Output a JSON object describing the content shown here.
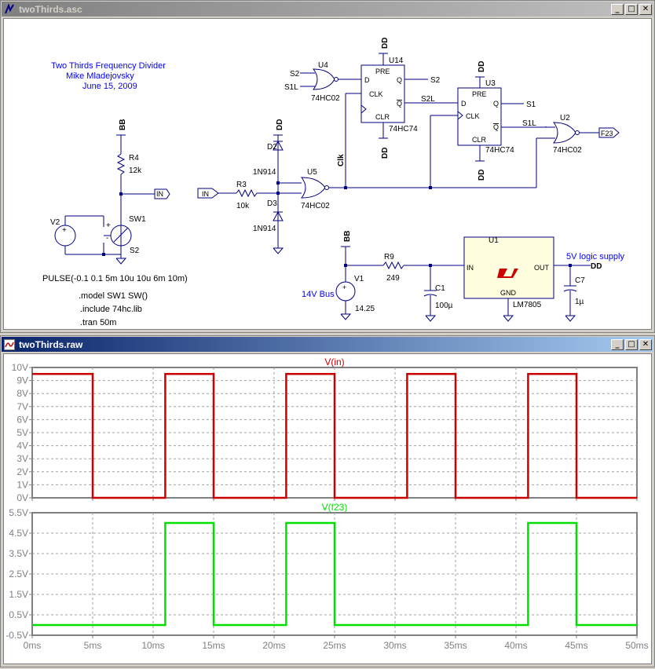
{
  "schematic_window": {
    "title": "twoThirds.asc",
    "btn_min": "_",
    "btn_max": "□",
    "btn_close": "✕",
    "comment": {
      "line1": "Two Thirds Frequency Divider",
      "line2": "Mike Mladejovsky",
      "line3": "June 15, 2009"
    },
    "directives": {
      "pulse": "PULSE(-0.1 0.1 5m 10u 10u 6m 10m)",
      "model": ".model SW1 SW()",
      "include": ".include 74hc.lib",
      "tran": ".tran 50m"
    },
    "labels": {
      "bb": "BB",
      "dd": "DD",
      "r4": "R4",
      "r4_val": "12k",
      "r3": "R3",
      "r3_val": "10k",
      "r9": "R9",
      "r9_val": "249",
      "v2": "V2",
      "sw1": "SW1",
      "s2_sw": "S2",
      "in": "IN",
      "d2": "D2",
      "d3": "D3",
      "diode": "1N914",
      "u5": "U5",
      "u4": "U4",
      "u2": "U2",
      "nor": "74HC02",
      "s2": "S2",
      "s1l": "S1L",
      "s2l": "S2L",
      "s1": "S1",
      "clk_net": "Clk",
      "u14": "U14",
      "u3": "U3",
      "ff": "74HC74",
      "pre": "PRE",
      "clr": "CLR",
      "d": "D",
      "q": "Q",
      "qbar": "Q",
      "clk": "CLK",
      "f23": "F23",
      "u1": "U1",
      "reg_in": "IN",
      "reg_out": "OUT",
      "reg_gnd": "GND",
      "reg": "LM7805",
      "logic_supply": "5V logic supply",
      "bus": "14V Bus",
      "v1": "V1",
      "v1_val": "14.25",
      "c1": "C1",
      "c1_val": "100µ",
      "c7": "C7",
      "c7_val": "1µ",
      "plus": "+",
      "minus": "-"
    },
    "colors": {
      "background": "#ffffff",
      "wire": "#000080",
      "text": "#000000",
      "comment": "#0000ff"
    }
  },
  "waveform_window": {
    "title": "twoThirds.raw",
    "btn_min": "_",
    "btn_max": "□",
    "btn_close": "✕",
    "x_ticks": [
      "0ms",
      "5ms",
      "10ms",
      "15ms",
      "20ms",
      "25ms",
      "30ms",
      "35ms",
      "40ms",
      "45ms",
      "50ms"
    ]
  },
  "chart_data": [
    {
      "type": "line",
      "title": "V(in)",
      "color": "#cc0000",
      "xlabel": "",
      "ylabel": "",
      "xlim": [
        0,
        50
      ],
      "ylim": [
        0,
        10
      ],
      "y_ticks": [
        "0V",
        "1V",
        "2V",
        "3V",
        "4V",
        "5V",
        "6V",
        "7V",
        "8V",
        "9V",
        "10V"
      ],
      "grid": true,
      "x_ms": [
        0,
        5,
        5,
        11,
        11,
        15,
        15,
        21,
        21,
        25,
        25,
        31,
        31,
        35,
        35,
        41,
        41,
        45,
        45,
        50
      ],
      "y": [
        9.5,
        9.5,
        0,
        0,
        9.5,
        9.5,
        0,
        0,
        9.5,
        9.5,
        0,
        0,
        9.5,
        9.5,
        0,
        0,
        9.5,
        9.5,
        0,
        0
      ]
    },
    {
      "type": "line",
      "title": "V(f23)",
      "color": "#00e000",
      "xlabel": "",
      "ylabel": "",
      "xlim": [
        0,
        50
      ],
      "ylim": [
        -0.5,
        5.5
      ],
      "y_ticks": [
        "-0.5V",
        "0.5V",
        "1.5V",
        "2.5V",
        "3.5V",
        "4.5V",
        "5.5V"
      ],
      "grid": true,
      "x_ms": [
        0,
        11,
        11,
        15,
        15,
        21,
        21,
        25,
        25,
        41,
        41,
        45,
        45,
        50
      ],
      "y": [
        0,
        0,
        5,
        5,
        0,
        0,
        5,
        5,
        0,
        0,
        5,
        5,
        0,
        0
      ]
    }
  ]
}
